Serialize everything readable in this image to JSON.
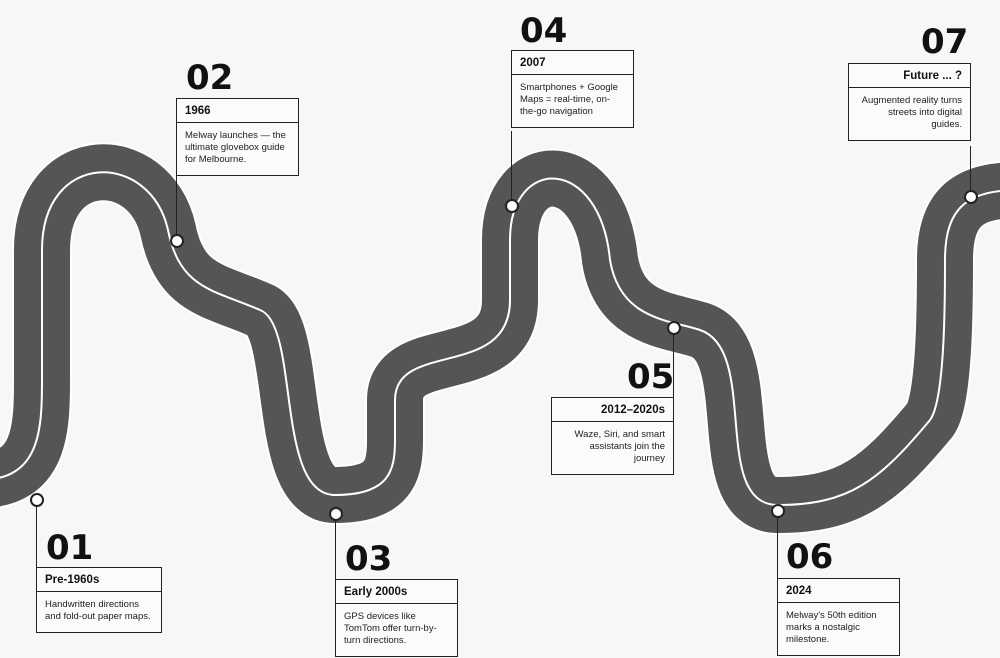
{
  "milestones": [
    {
      "number": "01",
      "year": "Pre-1960s",
      "text": "Handwritten directions and fold-out paper maps."
    },
    {
      "number": "02",
      "year": "1966",
      "text": "Melway launches — the ultimate glovebox guide for Melbourne."
    },
    {
      "number": "03",
      "year": "Early 2000s",
      "text": "GPS devices like TomTom offer turn-by-turn directions."
    },
    {
      "number": "04",
      "year": "2007",
      "text": "Smartphones + Google Maps = real-time, on-the-go navigation"
    },
    {
      "number": "05",
      "year": "2012–2020s",
      "text": "Waze, Siri, and smart assistants join the journey"
    },
    {
      "number": "06",
      "year": "2024",
      "text": "Melway's 50th edition marks a nostalgic milestone."
    },
    {
      "number": "07",
      "year": "Future ... ?",
      "text": "Augmented reality turns streets into digital guides."
    }
  ],
  "colors": {
    "road": "#555555",
    "road_edge": "#ffffff",
    "background": "#f7f7f7",
    "text": "#111111"
  }
}
